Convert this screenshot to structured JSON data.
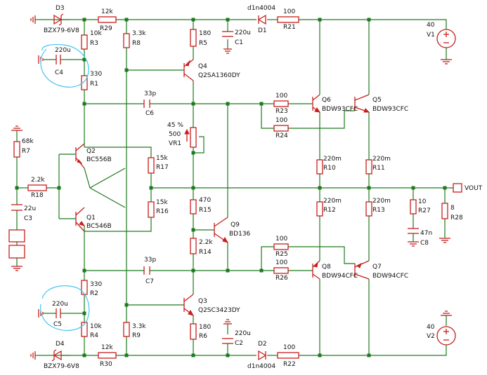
{
  "colors": {
    "wire": "#1e7a1e",
    "component": "#c81e1e",
    "highlight": "#44c7f0",
    "label": "#111111",
    "background": "#ffffff"
  },
  "labels": {
    "D3": "D3",
    "D3_part": "BZX79-6V8",
    "R29_value": "12k",
    "R29": "R29",
    "R3_value": "10k",
    "R3": "R3",
    "C4_value": "220u",
    "C4": "C4",
    "R1_value": "330",
    "R1": "R1",
    "R8_value": "3.3k",
    "R8": "R8",
    "R5_value": "180",
    "R5": "R5",
    "C1_value": "220u",
    "C1": "C1",
    "D1_part": "d1n4004",
    "D1": "D1",
    "R21_value": "100",
    "R21": "R21",
    "V1_value": "40",
    "V1": "V1",
    "Q4": "Q4",
    "Q4_part": "Q2SA1360DY",
    "C6_value": "33p",
    "C6": "C6",
    "R23_value": "100",
    "R23": "R23",
    "R24_value": "100",
    "R24": "R24",
    "Q6": "Q6",
    "Q6_part": "BDW93CFC",
    "Q5": "Q5",
    "Q5_part": "BDW93CFC",
    "VR1_setting": "45 %",
    "VR1_value": "500",
    "VR1": "VR1",
    "R7_value": "68k",
    "R7": "R7",
    "Q2": "Q2",
    "Q2_part": "BC556B",
    "R17_value": "15k",
    "R17": "R17",
    "R10_value": "220m",
    "R10": "R10",
    "R11_value": "220m",
    "R11": "R11",
    "R18_value": "2.2k",
    "R18": "R18",
    "output": "VOUT",
    "R16_value": "15k",
    "R16": "R16",
    "R15_value": "470",
    "R15": "R15",
    "R12_value": "220m",
    "R12": "R12",
    "R13_value": "220m",
    "R13": "R13",
    "R27_value": "10",
    "R27": "R27",
    "R28_value": "8",
    "R28": "R28",
    "C3_value": "22u",
    "C3": "C3",
    "Q1": "Q1",
    "Q1_part": "BC546B",
    "Q9": "Q9",
    "Q9_part": "BD136",
    "C8_value": "47n",
    "C8": "C8",
    "R14_value": "2.2k",
    "R14": "R14",
    "R25_value": "100",
    "R25": "R25",
    "R26_value": "100",
    "R26": "R26",
    "Q8": "Q8",
    "Q8_part": "BDW94CFC",
    "Q7": "Q7",
    "Q7_part": "BDW94CFC",
    "C7_value": "33p",
    "C7": "C7",
    "R2_value": "330",
    "R2": "R2",
    "C5_value": "220u",
    "C5": "C5",
    "Q3": "Q3",
    "Q3_part": "Q2SC3423DY",
    "R4_value": "10k",
    "R4": "R4",
    "R9_value": "3.3k",
    "R9": "R9",
    "R6_value": "180",
    "R6": "R6",
    "C2_value": "220u",
    "C2": "C2",
    "V2_value": "40",
    "V2": "V2",
    "D4": "D4",
    "D4_part": "BZX79-6V8",
    "R30_value": "12k",
    "R30": "R30",
    "D2": "D2",
    "D2_part": "d1n4004",
    "R22_value": "100",
    "R22": "R22"
  }
}
